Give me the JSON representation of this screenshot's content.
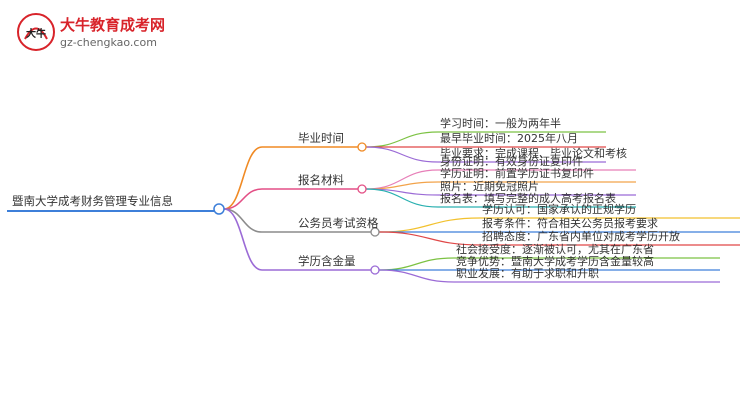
{
  "logo": {
    "title": "大牛教育成考网",
    "url": "gz-chengkao.com",
    "mark_text": "大牛"
  },
  "mindmap": {
    "root": "暨南大学成考财务管理专业信息",
    "branches": [
      {
        "label": "毕业时间",
        "color": "#f08a24",
        "children": [
          {
            "text": "学习时间：一般为两年半",
            "color": "#7cc243"
          },
          {
            "text": "最早毕业时间：2025年八月",
            "color": "#e04848"
          },
          {
            "text": "毕业要求：完成课程、毕业论文和考核",
            "color": "#9b6bd6"
          }
        ]
      },
      {
        "label": "报名材料",
        "color": "#e34f85",
        "children": [
          {
            "text": "身份证明：有效身份证复印件",
            "color": "#e77fb8"
          },
          {
            "text": "学历证明：前置学历证书复印件",
            "color": "#f2a34a"
          },
          {
            "text": "照片：近期免冠照片",
            "color": "#9b6bd6"
          },
          {
            "text": "报名表：填写完整的成人高考报名表",
            "color": "#2ab0b0"
          }
        ]
      },
      {
        "label": "公务员考试资格",
        "color": "#8c8c8c",
        "children": [
          {
            "text": "学历认可：国家承认的正规学历",
            "color": "#f2c12e"
          },
          {
            "text": "报考条件：符合相关公务员报考要求",
            "color": "#3d7fd9"
          },
          {
            "text": "招聘态度：广东省内单位对成考学历开放",
            "color": "#e04848"
          }
        ]
      },
      {
        "label": "学历含金量",
        "color": "#9b6bd6",
        "children": [
          {
            "text": "社会接受度：逐渐被认可，尤其在广东省",
            "color": "#7cc243"
          },
          {
            "text": "竞争优势：暨南大学成考学历含金量较高",
            "color": "#3d7fd9"
          },
          {
            "text": "职业发展：有助于求职和升职",
            "color": "#9b6bd6"
          }
        ]
      }
    ]
  }
}
